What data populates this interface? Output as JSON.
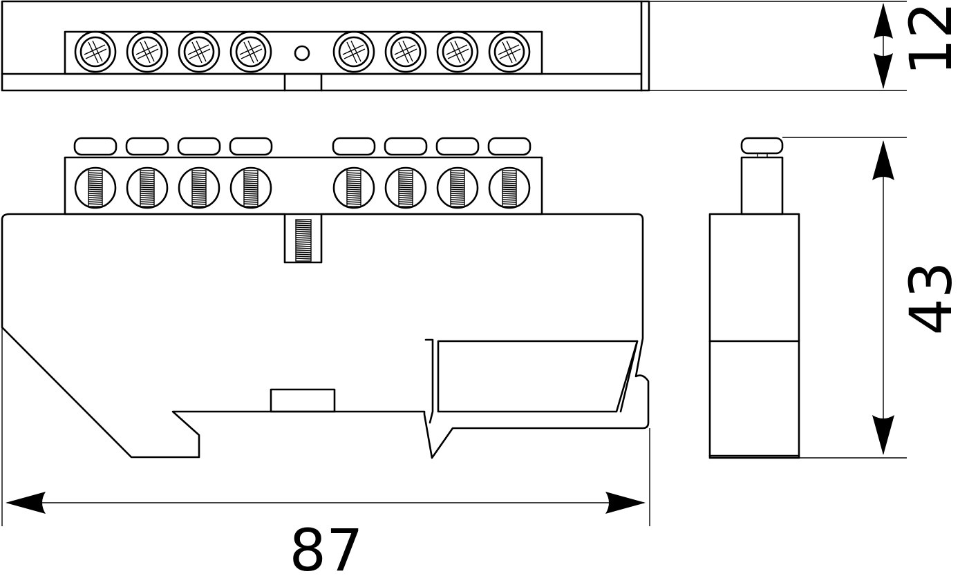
{
  "dimensions": {
    "width_label": "87",
    "height_label": "43",
    "depth_label": "12"
  },
  "terminal_count": 8,
  "icons": {
    "terminal_screw": "cross-head-screw-icon",
    "dimension_arrow": "double-arrow-icon"
  },
  "colors": {
    "line": "#000000",
    "background": "#ffffff"
  }
}
